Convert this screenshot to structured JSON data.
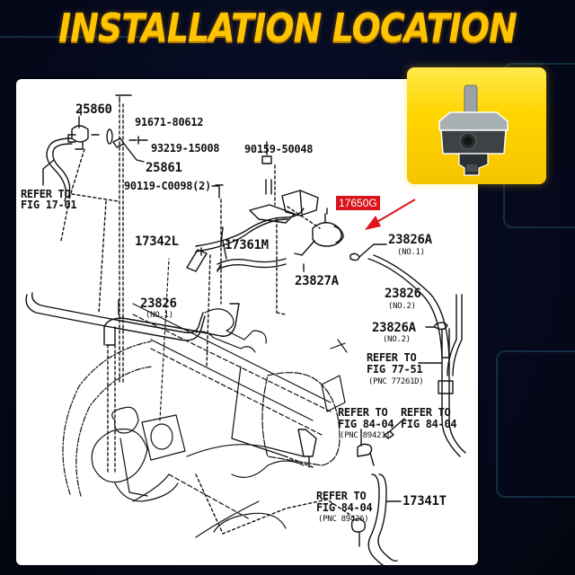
{
  "header": {
    "title": "INSTALLATION LOCATION",
    "title_color": "#ffc400"
  },
  "product_image": {
    "description": "purge-valve-product-photo",
    "background_color": "#ffd500"
  },
  "diagram": {
    "highlight": {
      "part_number": "17650G",
      "tag_color": "#d8141c",
      "arrow_color": "#e0141c"
    },
    "labels": {
      "p25860": "25860",
      "p91671": "91671-80612",
      "p93219": "93219-15008",
      "p25861": "25861",
      "p90119": "90119-C0098(2)",
      "p90159": "90159-50048",
      "refer_17_line1": "REFER TO",
      "refer_17_line2": "FIG 17-01",
      "p17342l": "17342L",
      "p17361m": "17361M",
      "p23827a": "23827A",
      "p23826a_1": "23826A",
      "p23826a_1_sub": "(NO.1)",
      "p23826_2": "23826",
      "p23826_2_sub": "(NO.2)",
      "p23826a_2": "23826A",
      "p23826a_2_sub": "(NO.2)",
      "p23826_1": "23826",
      "p23826_1_sub": "(NO.1)",
      "refer_77_line1": "REFER TO",
      "refer_77_line2": "FIG 77-51",
      "refer_77_line3": "(PNC 77261D)",
      "refer_84a_line1": "REFER TO",
      "refer_84a_line2": "FIG 84-04",
      "refer_84a_line3": "(PNC 89421)",
      "refer_84b_line1": "REFER TO",
      "refer_84b_line2": "FIG 84-04",
      "refer_84c_line1": "REFER TO",
      "refer_84c_line2": "FIG 84-04",
      "refer_84c_line3": "(PNC 89426)",
      "p17341t": "17341T"
    }
  }
}
